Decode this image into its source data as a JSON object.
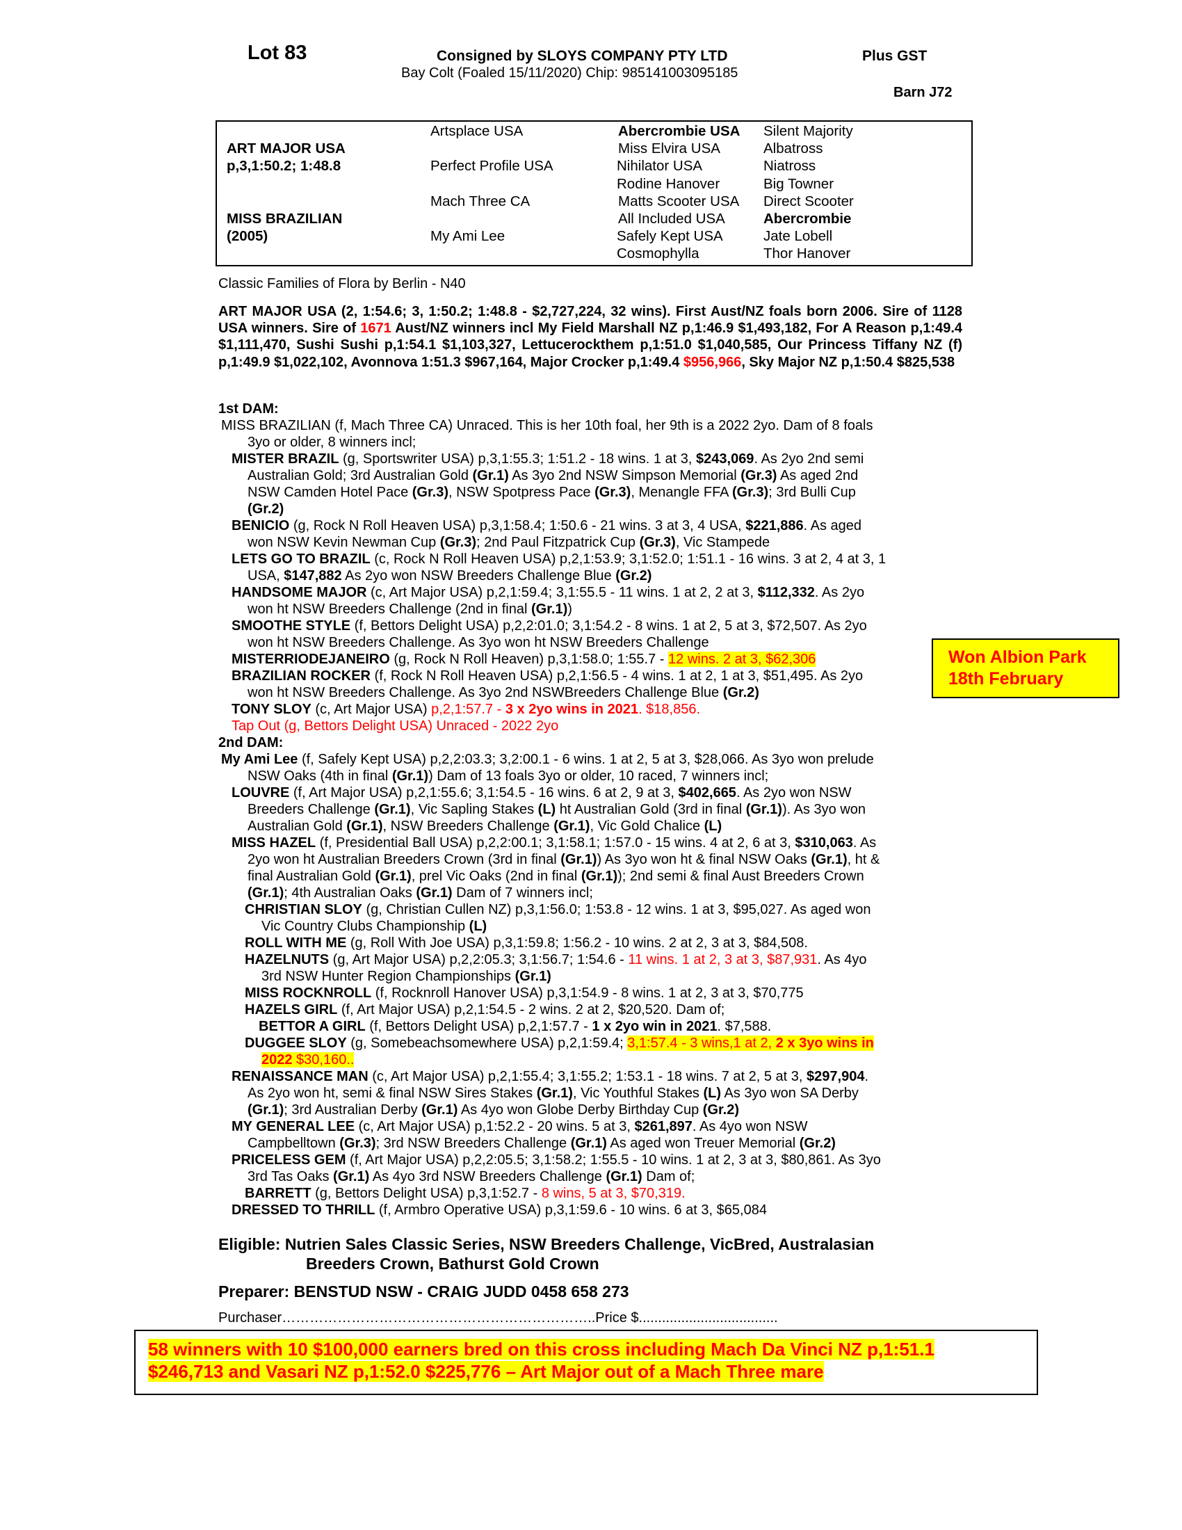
{
  "header": {
    "lot": "Lot 83",
    "consigned": "Consigned by SLOYS COMPANY PTY LTD",
    "gst": "Plus GST",
    "colt": "Bay Colt (Foaled 15/11/2020) Chip: 985141003095185",
    "barn": "Barn J72"
  },
  "pedigree": {
    "sire": "ART MAJOR USA",
    "sire_record": "p,3,1:50.2; 1:48.8",
    "dam": "MISS BRAZILIAN",
    "dam_year": "(2005)",
    "g1": [
      "Artsplace USA",
      "Perfect Profile USA",
      "Mach Three CA",
      "My Ami Lee"
    ],
    "g2": [
      "Abercrombie USA",
      "Miss Elvira USA",
      "Nihilator USA",
      "Rodine Hanover",
      "Matts Scooter USA",
      "All Included USA",
      "Safely Kept USA",
      "Cosmophylla"
    ],
    "g3": [
      "Silent Majority",
      "Albatross",
      "Niatross",
      "Big Towner",
      "Direct Scooter",
      "Abercrombie",
      "Jate Lobell",
      "Thor Hanover"
    ]
  },
  "family": "Classic Families of Flora by Berlin - N40",
  "sire_para": {
    "a": "ART MAJOR USA (2, 1:54.6; 3, 1:50.2; 1:48.8 - $2,727,224, 32 wins). First Aust/NZ foals born 2006. Sire of 1128 USA winners. Sire of ",
    "b": "1671",
    "c": " Aust/NZ winners incl My Field Marshall NZ p,1:46.9 $1,493,182, For A Reason p,1:49.4 $1,111,470, Sushi Sushi p,1:54.1 $1,103,327, Lettucerockthem p,1:51.0 $1,040,585, Our Princess Tiffany NZ (f) p,1:49.9 $1,022,102, Avonnova 1:51.3 $967,164, Major Crocker p,1:49.4 ",
    "d": "$956,966",
    "e": ", Sky Major NZ p,1:50.4 $825,538"
  },
  "first_dam": {
    "heading": "1st DAM:",
    "l1": "MISS BRAZILIAN (f, Mach Three CA) Unraced. This is her 10th foal, her 9th is a 2022 2yo. Dam of 8 foals",
    "l2": "3yo or older, 8 winners incl;",
    "mister_name": "MISTER BRAZIL",
    "mister_1a": " (g, Sportswriter USA) p,3,1:55.3; 1:51.2 - 18 wins. 1 at 3, ",
    "mister_1b": "$243,069",
    "mister_1c": ". As 2yo 2nd semi",
    "mister_2a": "Australian Gold; 3rd Australian Gold ",
    "mister_2b": "(Gr.1)",
    "mister_2c": " As 3yo 2nd NSW Simpson Memorial ",
    "mister_2d": "(Gr.3)",
    "mister_2e": " As aged 2nd",
    "mister_3a": "NSW Camden Hotel Pace ",
    "mister_3b": "(Gr.3)",
    "mister_3c": ", NSW Spotpress Pace ",
    "mister_3d": "(Gr.3)",
    "mister_3e": ", Menangle FFA ",
    "mister_3f": "(Gr.3)",
    "mister_3g": "; 3rd Bulli Cup",
    "mister_4": "(Gr.2)",
    "benicio_name": "BENICIO",
    "benicio_1a": " (g, Rock N Roll Heaven USA) p,3,1:58.4; 1:50.6 - 21 wins. 3 at 3, 4 USA, ",
    "benicio_1b": "$221,886",
    "benicio_1c": ". As aged",
    "benicio_2a": "won NSW Kevin Newman Cup ",
    "benicio_2b": "(Gr.3)",
    "benicio_2c": "; 2nd Paul Fitzpatrick Cup ",
    "benicio_2d": "(Gr.3)",
    "benicio_2e": ", Vic Stampede",
    "lets_name": "LETS GO TO BRAZIL",
    "lets_1": " (c, Rock N Roll Heaven USA) p,2,1:53.9; 3,1:52.0; 1:51.1 - 16 wins. 3 at 2, 4 at 3, 1",
    "lets_2a": "USA, ",
    "lets_2b": "$147,882",
    "lets_2c": " As 2yo won NSW Breeders Challenge Blue ",
    "lets_2d": "(Gr.2)",
    "hand_name": "HANDSOME MAJOR",
    "hand_1a": " (c, Art Major USA) p,2,1:59.4; 3,1:55.5 - 11 wins. 1 at 2, 2 at 3, ",
    "hand_1b": "$112,332",
    "hand_1c": ". As 2yo",
    "hand_2a": "won ht NSW Breeders Challenge (2nd in final ",
    "hand_2b": "(Gr.1)",
    "hand_2c": ")",
    "smoothe_name": "SMOOTHE STYLE",
    "smoothe_1": " (f, Bettors Delight USA) p,2,2:01.0; 3,1:54.2 - 8 wins. 1 at 2, 5 at 3, $72,507. As 2yo",
    "smoothe_2": "won ht NSW Breeders Challenge. As 3yo won ht NSW Breeders Challenge",
    "misterrio_name": "MISTERRIODEJANEIRO",
    "misterrio_a": " (g, Rock N Roll Heaven) p,3,1:58.0; 1:55.7 - ",
    "misterrio_b": "12 wins. 2 at 3, $62,306",
    "rocker_name": "BRAZILIAN ROCKER",
    "rocker_1": " (f, Rock N Roll Heaven USA) p,2,1:56.5 - 4 wins. 1 at 2, 1 at 3, $51,495. As 2yo",
    "rocker_2a": "won ht NSW Breeders Challenge. As 3yo 2nd NSWBreeders Challenge Blue ",
    "rocker_2b": "(Gr.2)",
    "tony_name": "TONY SLOY",
    "tony_a": " (c, Art Major USA) ",
    "tony_b": "p,2,1:57.7 - ",
    "tony_c": "3 x 2yo wins in 2021",
    "tony_d": ". $18,856.",
    "tap": "Tap Out (g, Bettors Delight USA) Unraced - 2022 2yo"
  },
  "won_box": [
    "Won Albion Park",
    "18th February"
  ],
  "second_dam": {
    "heading": "2nd DAM:",
    "ami_name": "My Ami Lee",
    "ami_1": " (f, Safely Kept USA) p,2,2:03.3; 3,2:00.1 - 6 wins. 1 at 2, 5 at 3, $28,066. As 3yo won prelude",
    "ami_2a": "NSW Oaks (4th in final ",
    "ami_2b": "(Gr.1)",
    "ami_2c": ") Dam of 13 foals 3yo or older, 10 raced, 7 winners incl;",
    "louvre_name": "LOUVRE",
    "louvre_1a": " (f, Art Major USA) p,2,1:55.6; 3,1:54.5 - 16 wins. 6 at 2, 9 at 3, ",
    "louvre_1b": "$402,665",
    "louvre_1c": ". As 2yo won NSW",
    "louvre_2a": "Breeders Challenge ",
    "louvre_2b": "(Gr.1)",
    "louvre_2c": ", Vic Sapling Stakes ",
    "louvre_2d": "(L)",
    "louvre_2e": " ht Australian Gold (3rd in final ",
    "louvre_2f": "(Gr.1)",
    "louvre_2g": "). As 3yo won",
    "louvre_3a": "Australian Gold ",
    "louvre_3b": "(Gr.1)",
    "louvre_3c": ", NSW Breeders Challenge ",
    "louvre_3d": "(Gr.1)",
    "louvre_3e": ", Vic Gold Chalice ",
    "louvre_3f": "(L)",
    "hazel_name": "MISS HAZEL",
    "hazel_1a": " (f, Presidential Ball USA) p,2,2:00.1; 3,1:58.1; 1:57.0 - 15 wins. 4 at 2, 6 at 3, ",
    "hazel_1b": "$310,063",
    "hazel_1c": ". As",
    "hazel_2a": "2yo won ht Australian Breeders Crown (3rd in final ",
    "hazel_2b": "(Gr.1)",
    "hazel_2c": ") As 3yo won ht & final NSW Oaks ",
    "hazel_2d": "(Gr.1)",
    "hazel_2e": ", ht &",
    "hazel_3a": "final Australian Gold ",
    "hazel_3b": "(Gr.1)",
    "hazel_3c": ", prel Vic Oaks (2nd in final ",
    "hazel_3d": "(Gr.1)",
    "hazel_3e": "); 2nd semi & final Aust Breeders Crown",
    "hazel_4a": "(Gr.1)",
    "hazel_4b": "; 4th Australian Oaks ",
    "hazel_4c": "(Gr.1)",
    "hazel_4d": " Dam of 7 winners incl;",
    "christian_name": "CHRISTIAN SLOY",
    "christian_1": " (g, Christian Cullen NZ) p,3,1:56.0; 1:53.8 - 12 wins. 1 at 3, $95,027. As aged won",
    "christian_2a": "Vic Country Clubs Championship ",
    "christian_2b": "(L)",
    "roll_name": "ROLL WITH ME",
    "roll_1": " (g, Roll With Joe USA) p,3,1:59.8; 1:56.2 - 10 wins. 2 at 2, 3 at 3, $84,508.",
    "hazelnuts_name": "HAZELNUTS",
    "hazelnuts_1a": " (g, Art Major USA) p,2,2:05.3; 3,1:56.7; 1:54.6 - ",
    "hazelnuts_1b": "11 wins. 1 at 2, 3 at 3, $87,931",
    "hazelnuts_1c": ". As 4yo",
    "hazelnuts_2a": "3rd NSW Hunter Region Championships ",
    "hazelnuts_2b": "(Gr.1)",
    "rock_name": "MISS ROCKNROLL",
    "rock_1": " (f, Rocknroll Hanover USA) p,3,1:54.9 - 8 wins. 1 at 2, 3 at 3, $70,775",
    "hgirl_name": "HAZELS GIRL",
    "hgirl_1": " (f, Art Major USA) p,2,1:54.5 - 2 wins. 2 at 2, $20,520. Dam of;",
    "bettor_name": "BETTOR A GIRL",
    "bettor_1a": " (f, Bettors Delight USA) p,2,1:57.7 - ",
    "bettor_1b": "1 x 2yo win in 2021",
    "bettor_1c": ". $7,588.",
    "duggee_name": "DUGGEE SLOY",
    "duggee_1a": " (g, Somebeachsomewhere USA) p,2,1:59.4; ",
    "duggee_1b": "3,1:57.4 - 3 wins,1 at 2, ",
    "duggee_1c": "2 x 3yo wins in",
    "duggee_2a": "2022",
    "duggee_2b": " $30,160..",
    "ren_name": "RENAISSANCE MAN",
    "ren_1a": " (c, Art Major USA) p,2,1:55.4; 3,1:55.2; 1:53.1 - 18 wins. 7 at 2, 5 at 3, ",
    "ren_1b": "$297,904",
    "ren_1c": ".",
    "ren_2a": "As 2yo won ht, semi & final NSW Sires Stakes ",
    "ren_2b": "(Gr.1)",
    "ren_2c": ", Vic Youthful Stakes ",
    "ren_2d": "(L)",
    "ren_2e": " As 3yo won SA Derby",
    "ren_3a": "(Gr.1)",
    "ren_3b": "; 3rd Australian Derby ",
    "ren_3c": "(Gr.1)",
    "ren_3d": " As 4yo won Globe Derby Birthday Cup ",
    "ren_3e": "(Gr.2)",
    "gen_name": "MY GENERAL LEE",
    "gen_1a": " (c, Art Major USA) p,1:52.2 - 20 wins. 5 at 3, ",
    "gen_1b": "$261,897",
    "gen_1c": ". As 4yo won NSW",
    "gen_2a": "Campbelltown ",
    "gen_2b": "(Gr.3)",
    "gen_2c": "; 3rd NSW Breeders Challenge ",
    "gen_2d": "(Gr.1)",
    "gen_2e": " As aged won Treuer Memorial ",
    "gen_2f": "(Gr.2)",
    "gem_name": "PRICELESS GEM",
    "gem_1": " (f, Art Major USA) p,2,2:05.5; 3,1:58.2; 1:55.5 - 10 wins. 1 at 2, 3 at 3, $80,861. As 3yo",
    "gem_2a": "3rd Tas Oaks ",
    "gem_2b": "(Gr.1)",
    "gem_2c": " As 4yo 3rd NSW Breeders Challenge ",
    "gem_2d": "(Gr.1)",
    "gem_2e": " Dam of;",
    "barrett_name": "BARRETT",
    "barrett_a": " (g, Bettors Delight USA) p,3,1:52.7 - ",
    "barrett_b": "8 wins, 5 at 3, $70,319",
    "barrett_c": ".",
    "dressed_name": "DRESSED TO THRILL",
    "dressed_1": " (f, Armbro Operative USA) p,3,1:59.6 - 10 wins. 6 at 3, $65,084"
  },
  "eligible_1": "Eligible: Nutrien Sales Classic Series, NSW Breeders Challenge, VicBred, Australasian",
  "eligible_2": "Breeders Crown, Bathurst Gold Crown",
  "preparer": "Preparer: BENSTUD NSW - CRAIG JUDD 0458 658 273",
  "purchaser": "Purchaser…………………………………………………………..Price $....................................",
  "cross_1": "58 winners with 10 $100,000 earners bred on this cross including Mach Da Vinci NZ p,1:51.1",
  "cross_2": "$246,713 and Vasari NZ p,1:52.0 $225,776 – Art Major out of a Mach Three mare",
  "colors": {
    "accent_red": "#ff0000",
    "highlight": "#ffff00"
  }
}
